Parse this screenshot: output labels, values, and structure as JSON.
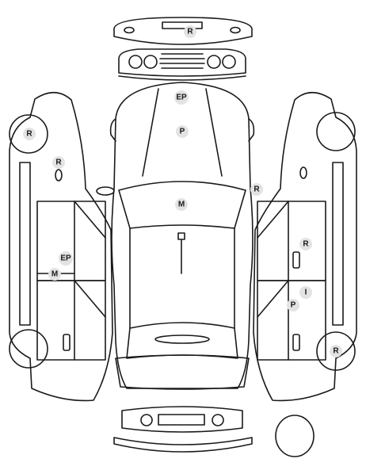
{
  "colors": {
    "outline": "#1a1a1a",
    "badge_fill": "#e3e3e3",
    "background": "#ffffff"
  },
  "markers": {
    "front_bumper": "R",
    "hood_upper": "EP",
    "hood_lower": "P",
    "left_fender_wheel": "R",
    "left_fender": "R",
    "right_mirror": "R",
    "windshield": "M",
    "left_front_door": "EP",
    "left_rocker": "M",
    "right_front_door": "R",
    "right_rear_door_upper": "I",
    "right_rear_door_lower": "P",
    "right_rear_wheel": "R"
  }
}
